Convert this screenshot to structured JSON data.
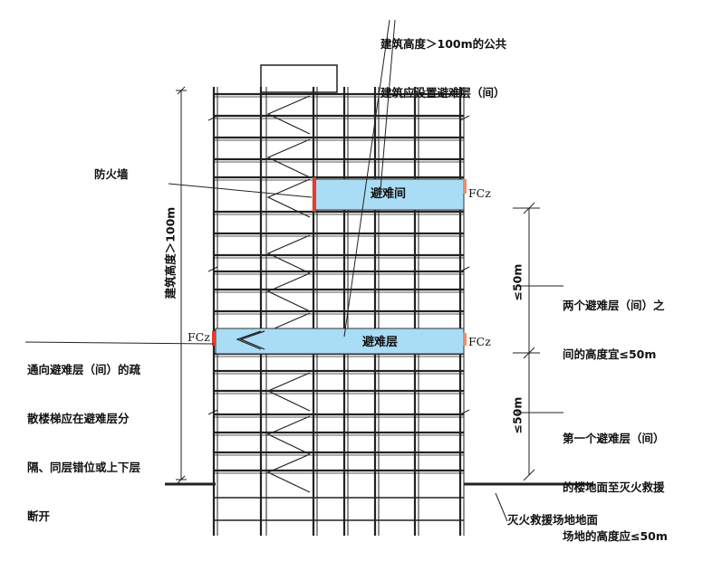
{
  "labels": {
    "top_note_line1": "建筑高度＞100m的公共",
    "top_note_line2": "建筑应设置避难层（间）",
    "fire_wall": "防火墙",
    "refuge_room": "避难间",
    "refuge_floor": "避难层",
    "fc_upper": "FCz",
    "fc_left": "FCz",
    "fc_lower_right": "FCz",
    "building_height": "建筑高度＞100m",
    "stair_note_line1": "通向避难层（间）的疏",
    "stair_note_line2": "散楼梯应在避难层分",
    "stair_note_line3": "隔、同层错位或上下层",
    "stair_note_line4": "断开",
    "dim_upper": "≤50m",
    "dim_lower": "≤50m",
    "between_note_line1": "两个避难层（间）之",
    "between_note_line2": "间的高度宜≤50m",
    "first_note_line1": "第一个避难层（间）",
    "first_note_line2": "的楼地面至灭火救援",
    "first_note_line3": "场地的高度应≤50m",
    "ground_note": "灭火救援场地地面"
  },
  "colors": {
    "refuge_fill": "#a9dcf5",
    "fire_wall": "#e8392b",
    "fc_mark": "#f08a6a",
    "line": "#222222"
  }
}
